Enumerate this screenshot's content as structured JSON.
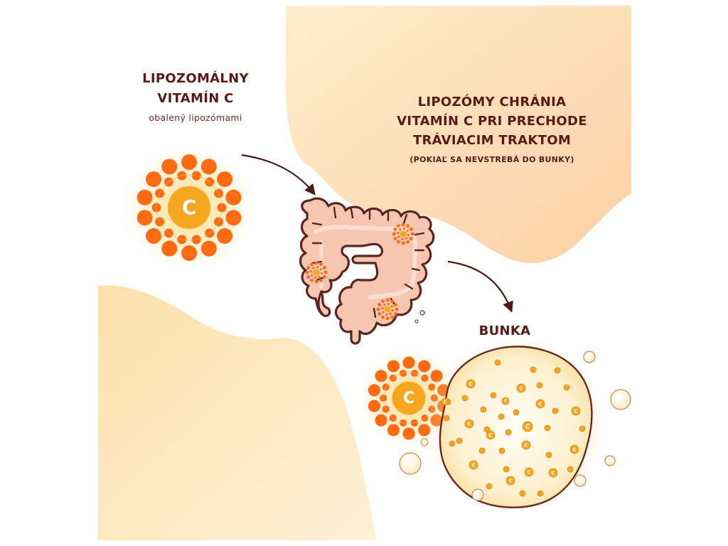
{
  "liposome": {
    "title_line1": "LIPOZOMÁLNY",
    "title_line2": "VITAMÍN C",
    "subtitle": "obalený lipozómami",
    "center_letter": "C"
  },
  "protection": {
    "line1": "LIPOZÓMY CHRÁNIA",
    "line2": "VITAMÍN C PRI PRECHODE",
    "line3": "TRÁVIACIM TRAKTOM",
    "note": "(POKIAĽ SA NEVSTREBÁ DO BUNKY)"
  },
  "cell": {
    "title": "BUNKA",
    "particle_letter": "C"
  },
  "colors": {
    "orange_dot": "#ff6a13",
    "center_yellow": "#f7a71f",
    "background_blob": "#fde7bd",
    "intestine_fill": "#f6c6b0",
    "outline": "#5a2520",
    "cell_fill": "#fde9b3",
    "cell_outline": "#6a2a1f"
  },
  "icons": {
    "liposome": "liposome-icon",
    "intestine": "intestine-icon",
    "cell": "cell-icon",
    "arrow": "curved-arrow-icon"
  }
}
